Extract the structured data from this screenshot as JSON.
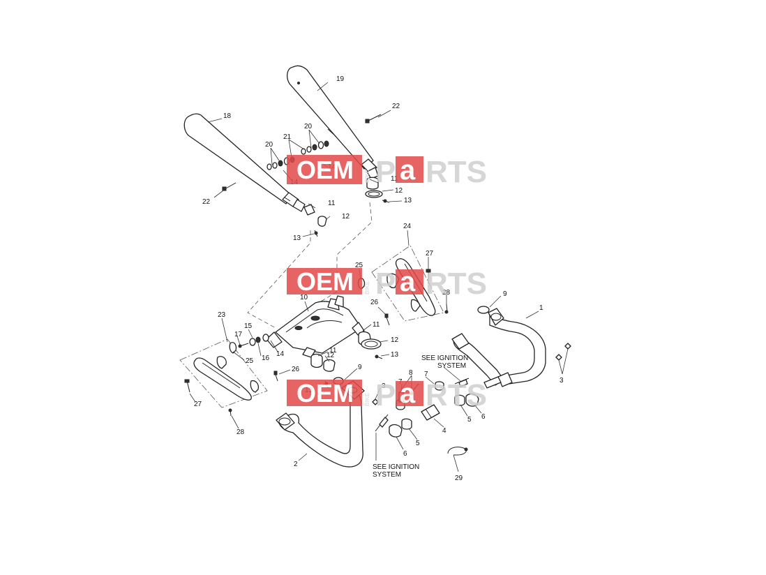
{
  "watermark": {
    "oem": "OEM",
    "bike": "BIKE",
    "p": "P",
    "a": "a",
    "rts": "RTS",
    "colors": {
      "red": "#e24a4a",
      "grey": "#cccccc"
    }
  },
  "notes": {
    "ignition_right": [
      "SEE IGNITION",
      "SYSTEM"
    ],
    "ignition_lower": [
      "SEE IGNITION",
      "SYSTEM"
    ]
  },
  "labels": {
    "l19": "19",
    "l22a": "22",
    "l18": "18",
    "l20a": "20",
    "l21": "21",
    "l20b": "20",
    "l14a": "14",
    "l14b": "14",
    "l11a": "11",
    "l12a": "12",
    "l13a": "13",
    "l22b": "22",
    "l11b": "11",
    "l12b": "12",
    "l13b": "13",
    "l24": "24",
    "l27a": "27",
    "l25a": "25",
    "l28a": "28",
    "l9a": "9",
    "l1": "1",
    "l10": "10",
    "l26a": "26",
    "l11c": "11",
    "l12c": "12",
    "l13c": "13",
    "l23": "23",
    "l17": "17",
    "l15": "15",
    "l16": "16",
    "l14c": "14",
    "l25b": "25",
    "l11d": "11",
    "l12d": "12",
    "l26b": "26",
    "l9b": "9",
    "l13d": "13",
    "l27b": "27",
    "l28b": "28",
    "l3a": "3",
    "l3b": "3",
    "l8": "8",
    "l7a": "7",
    "l7b": "7",
    "l5a": "5",
    "l6a": "6",
    "l4": "4",
    "l5b": "5",
    "l6b": "6",
    "l2": "2",
    "l29": "29"
  }
}
